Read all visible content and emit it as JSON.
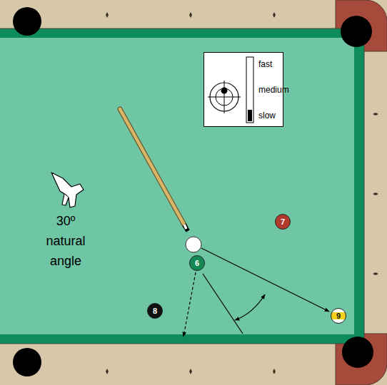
{
  "diagram": {
    "nodes": [
      {
        "text": [
          "fast",
          "medium",
          "slow"
        ]
      },
      {
        "text": [
          "7"
        ]
      },
      {
        "text": [
          "6"
        ]
      },
      {
        "text": [
          "8"
        ]
      },
      {
        "text": [
          "9"
        ]
      }
    ],
    "labels": [
      "30º natural angle"
    ]
  }
}
